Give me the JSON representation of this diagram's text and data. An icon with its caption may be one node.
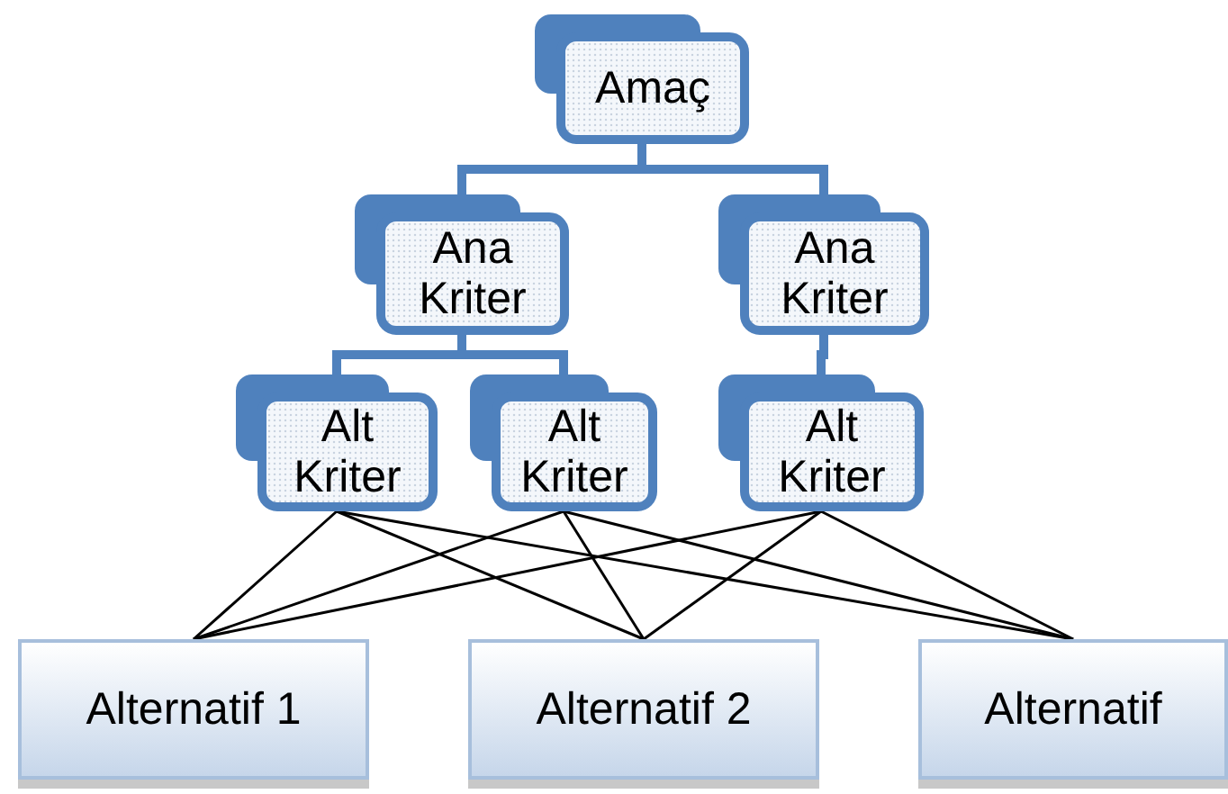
{
  "diagram": {
    "nodes": [
      {
        "text": [
          "Amaç"
        ]
      },
      {
        "text": [
          "Ana Kriter"
        ]
      },
      {
        "text": [
          "Ana Kriter"
        ]
      },
      {
        "text": [
          "Alt Kriter"
        ]
      },
      {
        "text": [
          "Alt Kriter"
        ]
      },
      {
        "text": [
          "Alt Kriter"
        ]
      },
      {
        "text": [
          "Alternatif 1"
        ]
      },
      {
        "text": [
          "Alternatif 2"
        ]
      },
      {
        "text": [
          "Alternatif"
        ]
      }
    ],
    "edges": [
      {
        "from": 0,
        "to": 1,
        "arrow": "none",
        "style": "thick",
        "color": "#4f81bd"
      },
      {
        "from": 0,
        "to": 2,
        "arrow": "none",
        "style": "thick",
        "color": "#4f81bd"
      },
      {
        "from": 1,
        "to": 3,
        "arrow": "none",
        "style": "thick",
        "color": "#4f81bd"
      },
      {
        "from": 1,
        "to": 4,
        "arrow": "none",
        "style": "thick",
        "color": "#4f81bd"
      },
      {
        "from": 2,
        "to": 5,
        "arrow": "none",
        "style": "thick",
        "color": "#4f81bd"
      },
      {
        "from": 3,
        "to": 6,
        "arrow": "none"
      },
      {
        "from": 3,
        "to": 7,
        "arrow": "none"
      },
      {
        "from": 3,
        "to": 8,
        "arrow": "none"
      },
      {
        "from": 4,
        "to": 6,
        "arrow": "none"
      },
      {
        "from": 4,
        "to": 7,
        "arrow": "none"
      },
      {
        "from": 4,
        "to": 8,
        "arrow": "none"
      },
      {
        "from": 5,
        "to": 6,
        "arrow": "none"
      },
      {
        "from": 5,
        "to": 7,
        "arrow": "none"
      },
      {
        "from": 5,
        "to": 8,
        "arrow": "none"
      }
    ]
  }
}
